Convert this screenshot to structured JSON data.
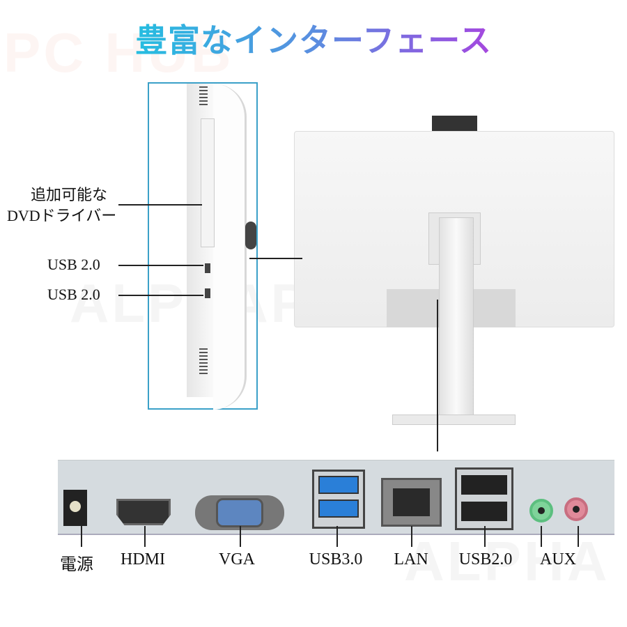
{
  "title": "豊富なインターフェース",
  "watermarks": [
    "PC HUB",
    "ALPHAPC HUB",
    "ALPHA"
  ],
  "side_labels": {
    "dvd_line1": "追加可能な",
    "dvd_line2": "DVDドライバー",
    "usb_a": "USB 2.0",
    "usb_b": "USB 2.0"
  },
  "ports": [
    {
      "label": "電源"
    },
    {
      "label": "HDMI"
    },
    {
      "label": "VGA"
    },
    {
      "label": "USB3.0"
    },
    {
      "label": "LAN"
    },
    {
      "label": "USB2.0"
    },
    {
      "label": "AUX"
    }
  ],
  "colors": {
    "frame": "#3aa0c8",
    "usb3": "#2a7fd8",
    "aux_green": "#7fd39a",
    "aux_pink": "#e08a9a"
  }
}
